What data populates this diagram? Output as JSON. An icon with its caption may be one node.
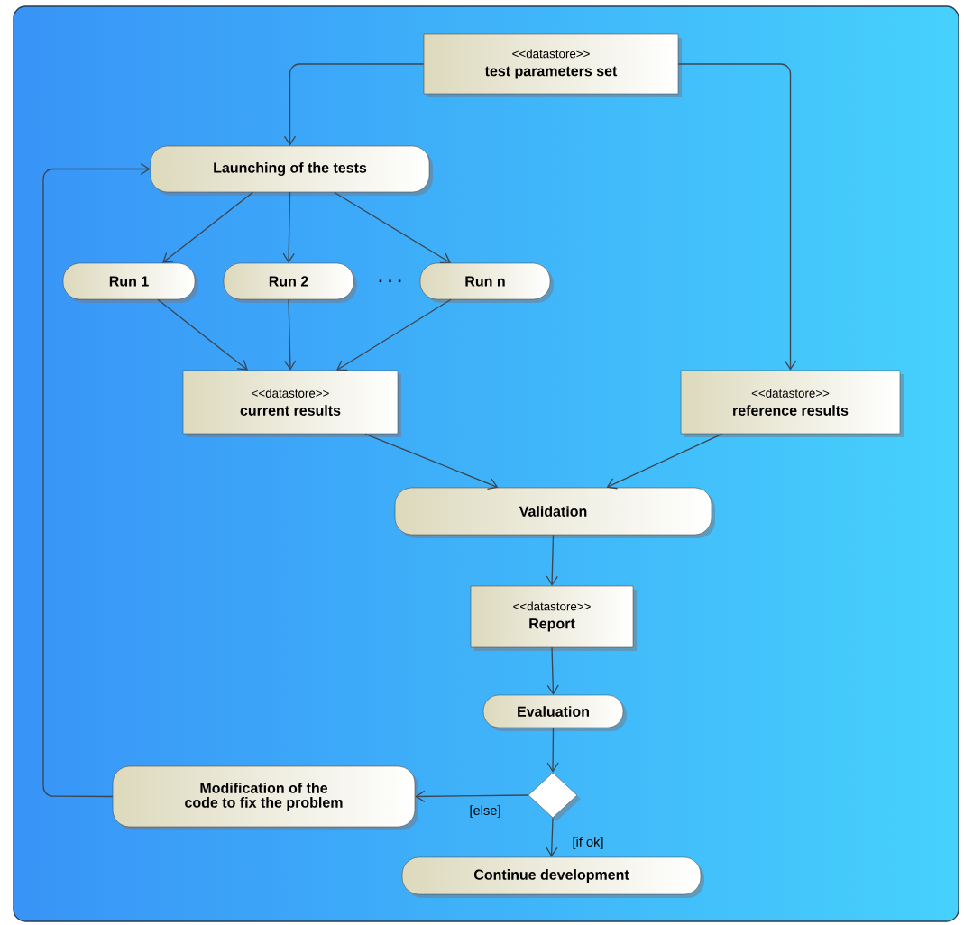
{
  "diagram": {
    "nodes": [
      {
        "text": [
          "<<datastore>>",
          "test parameters set"
        ]
      },
      {
        "text": [
          "Launching of the tests"
        ]
      },
      {
        "text": [
          "Run 1"
        ]
      },
      {
        "text": [
          "Run 2"
        ]
      },
      {
        "text": [
          "Run n"
        ]
      },
      {
        "text": [
          "<<datastore>>",
          "current results"
        ]
      },
      {
        "text": [
          "<<datastore>>",
          "reference results"
        ]
      },
      {
        "text": [
          "Validation"
        ]
      },
      {
        "text": [
          "<<datastore>>",
          "Report"
        ]
      },
      {
        "text": [
          "Evaluation"
        ]
      },
      {
        "text": [],
        "shape": "diamond"
      },
      {
        "text": [
          "Modification of the code to fix the problem"
        ]
      },
      {
        "text": [
          "Continue development"
        ]
      }
    ],
    "edges": [
      {
        "from": 0,
        "to": 1,
        "arrow": "to"
      },
      {
        "from": 0,
        "to": 6,
        "arrow": "to"
      },
      {
        "from": 1,
        "to": 2,
        "arrow": "to"
      },
      {
        "from": 1,
        "to": 3,
        "arrow": "to"
      },
      {
        "from": 1,
        "to": 4,
        "arrow": "to"
      },
      {
        "from": 2,
        "to": 5,
        "arrow": "to"
      },
      {
        "from": 3,
        "to": 5,
        "arrow": "to"
      },
      {
        "from": 4,
        "to": 5,
        "arrow": "to"
      },
      {
        "from": 5,
        "to": 7,
        "arrow": "to"
      },
      {
        "from": 6,
        "to": 7,
        "arrow": "to"
      },
      {
        "from": 7,
        "to": 8,
        "arrow": "to"
      },
      {
        "from": 8,
        "to": 9,
        "arrow": "to"
      },
      {
        "from": 9,
        "to": 10,
        "arrow": "to"
      },
      {
        "from": 10,
        "to": 11,
        "arrow": "to",
        "label": "[else]"
      },
      {
        "from": 10,
        "to": 12,
        "arrow": "to",
        "label": "[if ok]"
      },
      {
        "from": 11,
        "to": 1,
        "arrow": "to"
      }
    ],
    "labels": [
      "· · ·"
    ]
  }
}
